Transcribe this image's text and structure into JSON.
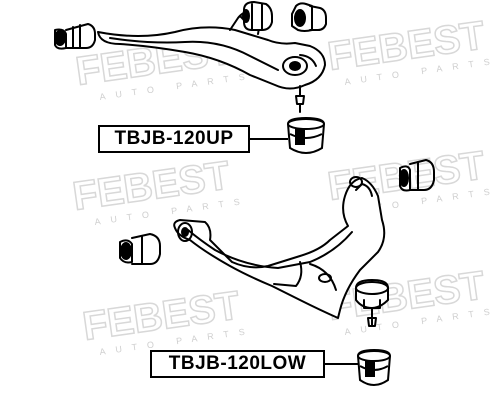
{
  "labels": {
    "upper_part_number": "TBJB-120UP",
    "lower_part_number": "TBJB-120LOW"
  },
  "watermark": {
    "brand": "FEBEST",
    "subtext": "AUTO PARTS"
  },
  "colors": {
    "line": "#000000",
    "watermark": "#d4d4d4",
    "background": "#ffffff"
  }
}
